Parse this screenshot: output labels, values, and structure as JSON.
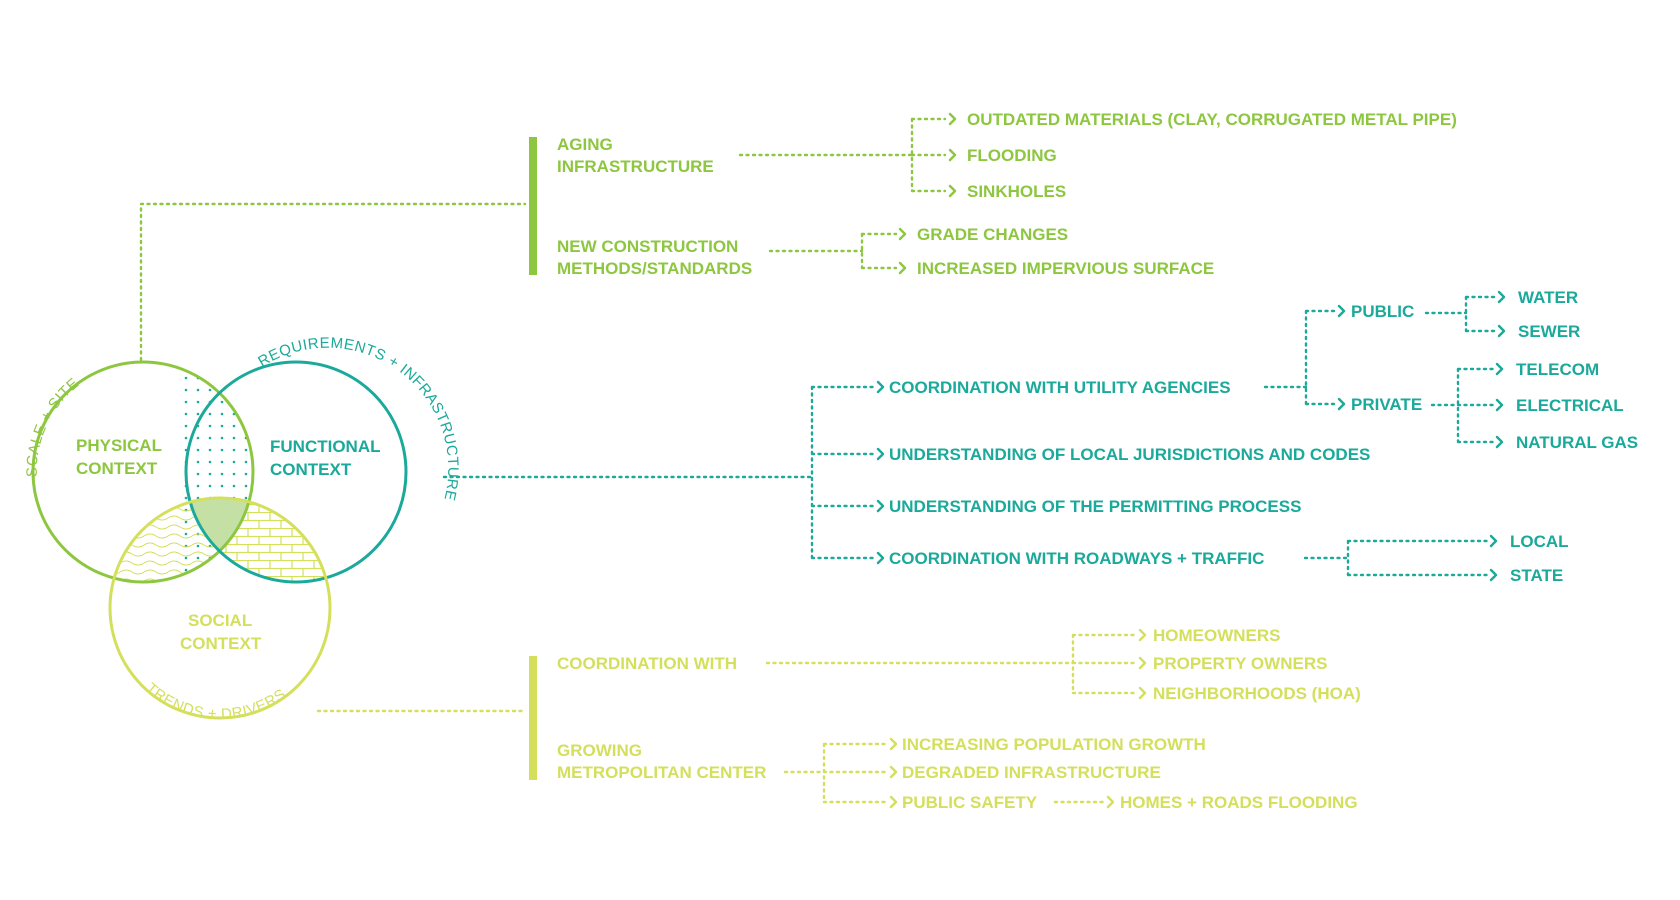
{
  "colors": {
    "physical": "#8dc63f",
    "functional": "#1aa99a",
    "social": "#d4df5c",
    "overlap": "#c5e0a5"
  },
  "venn": {
    "physical_line1": "PHYSICAL",
    "physical_line2": "CONTEXT",
    "functional_line1": "FUNCTIONAL",
    "functional_line2": "CONTEXT",
    "social_line1": "SOCIAL",
    "social_line2": "CONTEXT",
    "arc_scale": "SCALE + SITE",
    "arc_requirements": "REQUIREMENTS + INFRASTRUCTURE",
    "arc_trends": "TRENDS + DRIVERS"
  },
  "physical": {
    "aging_line1": "AGING",
    "aging_line2": "INFRASTRUCTURE",
    "aging_items": [
      "OUTDATED MATERIALS (CLAY, CORRUGATED METAL PIPE)",
      "FLOODING",
      "SINKHOLES"
    ],
    "newcon_line1": "NEW CONSTRUCTION",
    "newcon_line2": "METHODS/STANDARDS",
    "newcon_items": [
      "GRADE CHANGES",
      "INCREASED IMPERVIOUS SURFACE"
    ]
  },
  "functional": {
    "items": [
      "COORDINATION WITH UTILITY AGENCIES",
      "UNDERSTANDING OF LOCAL JURISDICTIONS AND CODES",
      "UNDERSTANDING OF THE PERMITTING PROCESS",
      "COORDINATION WITH ROADWAYS + TRAFFIC"
    ],
    "public": "PUBLIC",
    "public_items": [
      "WATER",
      "SEWER"
    ],
    "private": "PRIVATE",
    "private_items": [
      "TELECOM",
      "ELECTRICAL",
      "NATURAL GAS"
    ],
    "road_items": [
      "LOCAL",
      "STATE"
    ]
  },
  "social": {
    "coord": "COORDINATION WITH",
    "coord_items": [
      "HOMEOWNERS",
      "PROPERTY OWNERS",
      "NEIGHBORHOODS (HOA)"
    ],
    "growing_line1": "GROWING",
    "growing_line2": "METROPOLITAN CENTER",
    "growing_items": [
      "INCREASING POPULATION GROWTH",
      "DEGRADED INFRASTRUCTURE",
      "PUBLIC SAFETY"
    ],
    "safety_item": "HOMES + ROADS FLOODING"
  }
}
